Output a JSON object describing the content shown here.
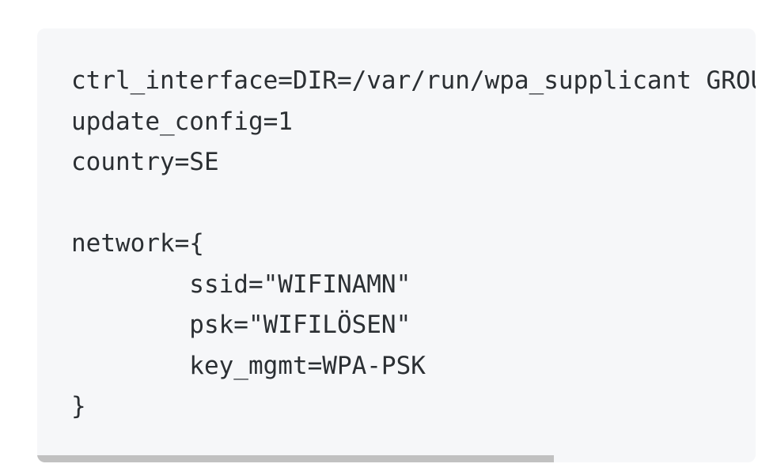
{
  "code_block": {
    "lines": [
      "ctrl_interface=DIR=/var/run/wpa_supplicant GROUP=netdev",
      "update_config=1",
      "country=SE",
      "",
      "network={",
      "        ssid=\"WIFINAMN\"",
      "        psk=\"WIFILÖSEN\"",
      "        key_mgmt=WPA-PSK",
      "}"
    ],
    "scroll_position": 0.0,
    "visible_fraction": 0.72
  },
  "colors": {
    "background": "#f6f7f9",
    "text": "#2b2f33",
    "scrollbar_thumb": "#c1c1c1"
  }
}
